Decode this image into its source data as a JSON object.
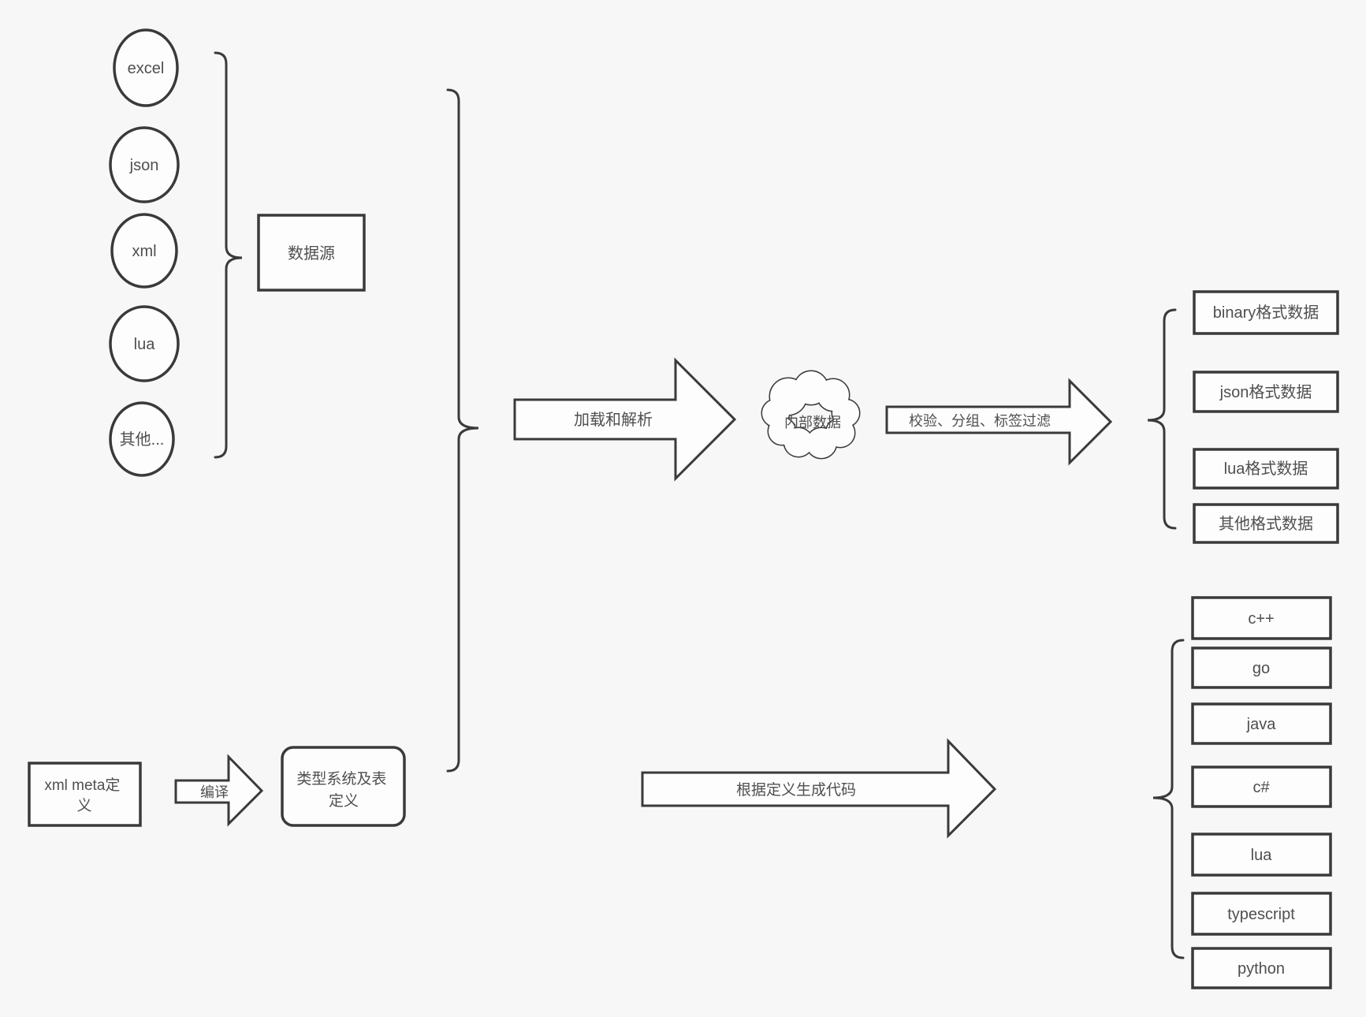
{
  "diagram": {
    "background": "#f7f7f7",
    "shape_fill": "#fdfdfd",
    "stroke_color": "#3a3a3a",
    "text_color": "#4f4f4f"
  },
  "sources": {
    "group_label": "数据源",
    "items": [
      "excel",
      "json",
      "xml",
      "lua",
      "其他..."
    ]
  },
  "meta_flow": {
    "xml_meta": {
      "text": "xml meta定义",
      "lines": [
        "xml meta定",
        "义"
      ]
    },
    "compile_arrow_label": "编译",
    "type_system": {
      "text": "类型系统及表定义",
      "lines": [
        "类型系统及表",
        "定义"
      ]
    }
  },
  "pipeline": {
    "load_parse_arrow_label": "加载和解析",
    "internal_data_label": "内部数据",
    "filter_arrow_label": "校验、分组、标签过滤",
    "generate_code_arrow_label": "根据定义生成代码"
  },
  "data_outputs": [
    "binary格式数据",
    "json格式数据",
    "lua格式数据",
    "其他格式数据"
  ],
  "code_outputs": [
    "c++",
    "go",
    "java",
    "c#",
    "lua",
    "typescript",
    "python"
  ]
}
